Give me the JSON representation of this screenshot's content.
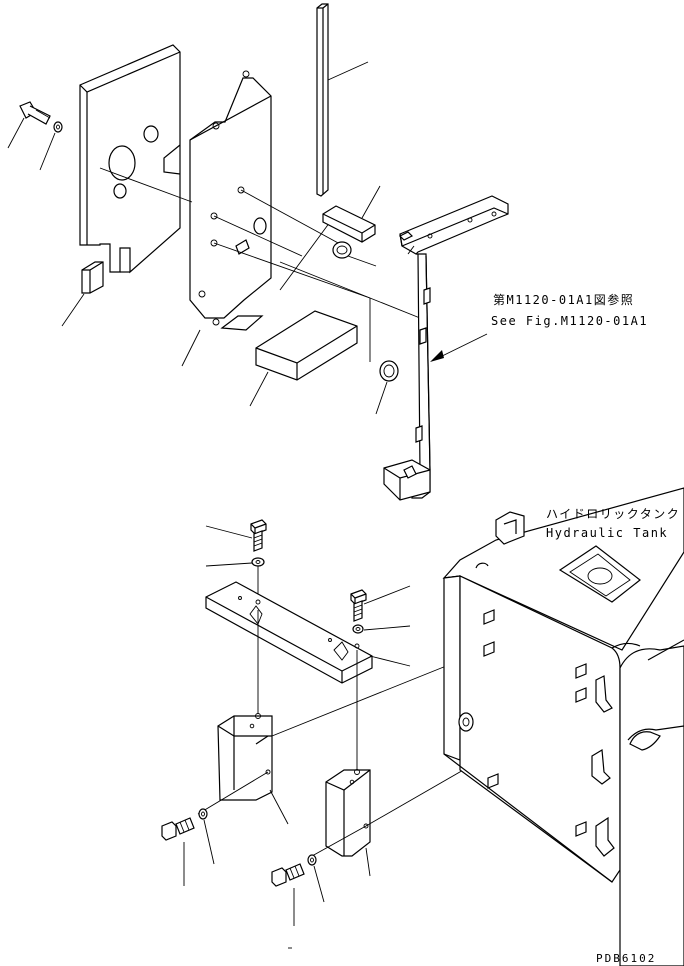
{
  "callouts": {
    "reference_jp": "第M1120-01A1図参照",
    "reference_en": "See Fig.M1120-01A1",
    "tank_jp": "ハイドロリックタンク",
    "tank_en": "Hydraulic Tank"
  },
  "drawing_code": "PDB6102"
}
